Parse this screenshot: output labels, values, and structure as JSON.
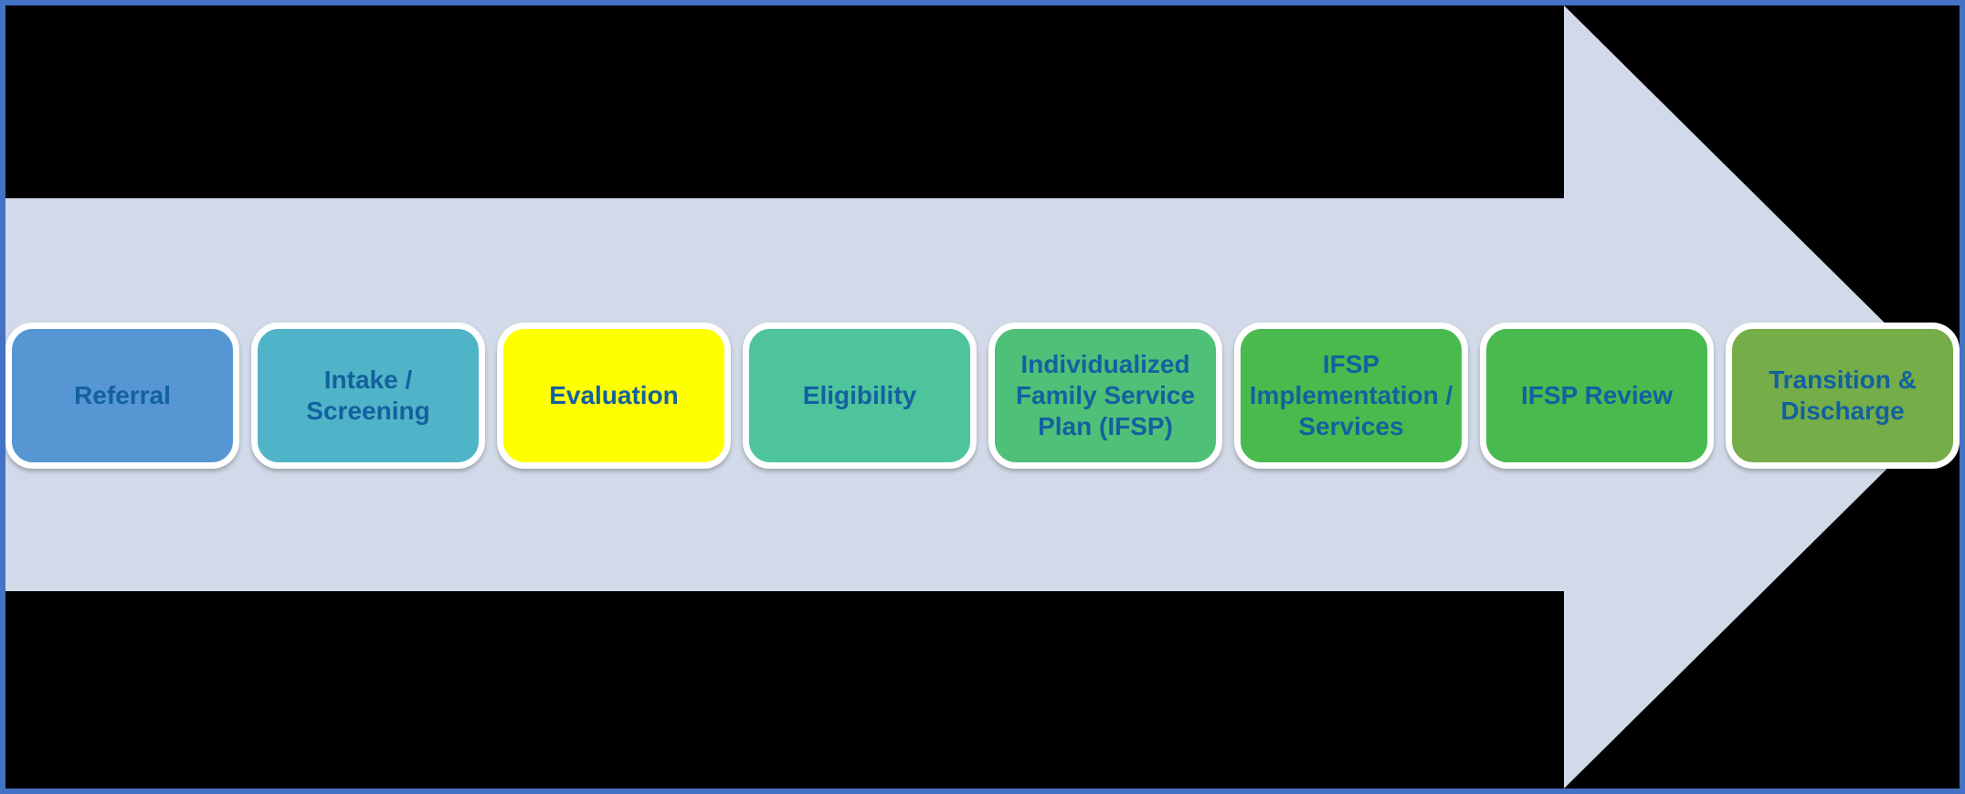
{
  "diagram": {
    "type": "process-flow-arrow",
    "arrow_direction": "right",
    "steps": [
      {
        "label": "Referral",
        "color": "#5697D3"
      },
      {
        "label": "Intake / Screening",
        "color": "#4FB4C7"
      },
      {
        "label": "Evaluation",
        "color": "#FFFF00"
      },
      {
        "label": "Eligibility",
        "color": "#4DC49C"
      },
      {
        "label": "Individualized Family Service Plan (IFSP)",
        "color": "#4FC077"
      },
      {
        "label": "IFSP Implementation / Services",
        "color": "#49BA4E"
      },
      {
        "label": "IFSP Review",
        "color": "#49BA4E"
      },
      {
        "label": "Transition & Discharge",
        "color": "#75AD49"
      }
    ],
    "colors": {
      "frame_border": "#4472C4",
      "background": "#000000",
      "arrow_fill": "#D2DAE9",
      "step_border": "#FFFFFF",
      "step_text": "#13619F"
    }
  }
}
